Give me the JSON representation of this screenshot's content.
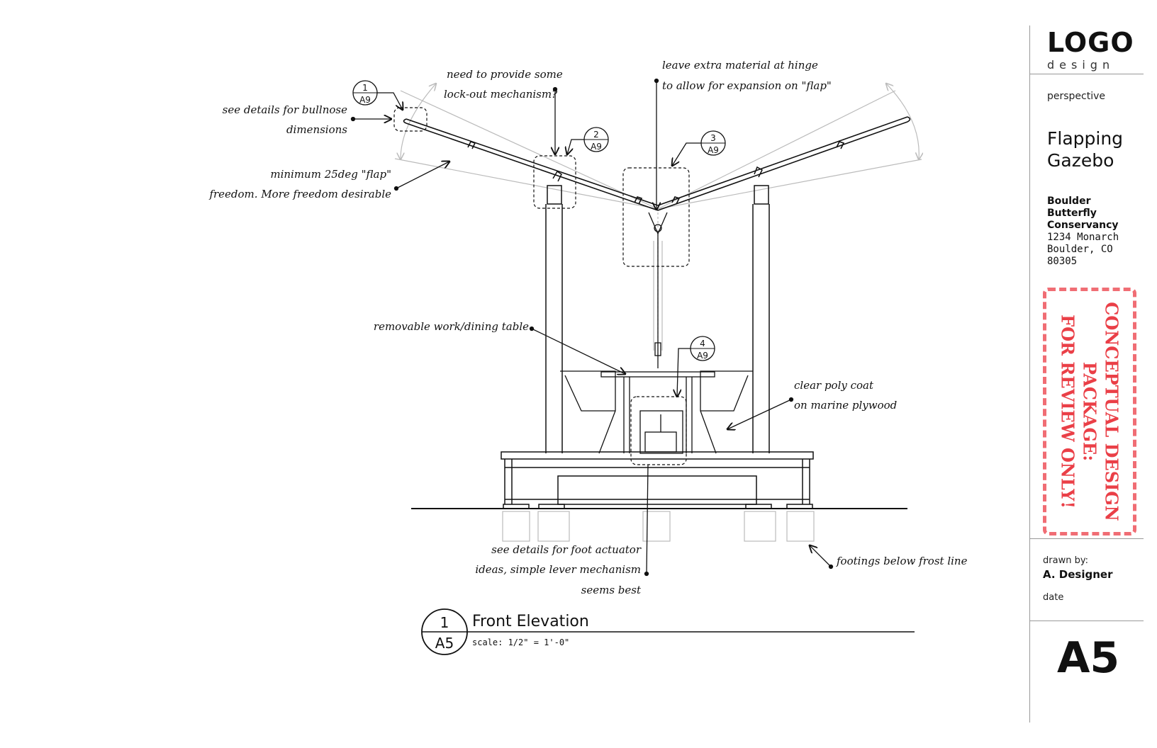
{
  "notes": {
    "bullnose": [
      "see details for bullnose",
      "dimensions"
    ],
    "lockout": [
      "need to provide some",
      "lock-out mechanism?"
    ],
    "hinge": [
      "leave extra material at hinge",
      "to allow for expansion on \"flap\""
    ],
    "flap": [
      "minimum 25deg \"flap\"",
      "freedom. More  freedom desirable"
    ],
    "table": [
      "removable work/dining table"
    ],
    "polycoat": [
      "clear poly coat",
      "on marine plywood"
    ],
    "actuator": [
      "see details for foot actuator",
      "ideas, simple lever mechanism",
      "seems best"
    ],
    "footings": [
      "footings below frost line"
    ]
  },
  "callouts": [
    {
      "num": "1",
      "sheet": "A9"
    },
    {
      "num": "2",
      "sheet": "A9"
    },
    {
      "num": "3",
      "sheet": "A9"
    },
    {
      "num": "4",
      "sheet": "A9"
    }
  ],
  "view": {
    "num": "1",
    "sheet": "A5",
    "title": "Front Elevation",
    "scale": "scale: 1/2\" = 1'-0\""
  },
  "title_block": {
    "logo_main": "LOGO",
    "logo_sub": "design",
    "view_type": "perspective",
    "title_line1": "Flapping",
    "title_line2": "Gazebo",
    "client_name": [
      "Boulder",
      "Butterfly",
      "Conservancy"
    ],
    "client_address": [
      "1234 Monarch",
      "Boulder, CO",
      "80305"
    ],
    "stamp": [
      "CONCEPTUAL DESIGN",
      "PACKAGE:",
      "FOR REVIEW ONLY!"
    ],
    "drawn_by_label": "drawn by:",
    "drawn_by": "A. Designer",
    "date_label": "date",
    "sheet": "A5"
  },
  "colors": {
    "stamp": "#ea3f47",
    "stamp_border": "#f06d74",
    "ink": "#111111",
    "ghost": "#bbbbbb"
  }
}
